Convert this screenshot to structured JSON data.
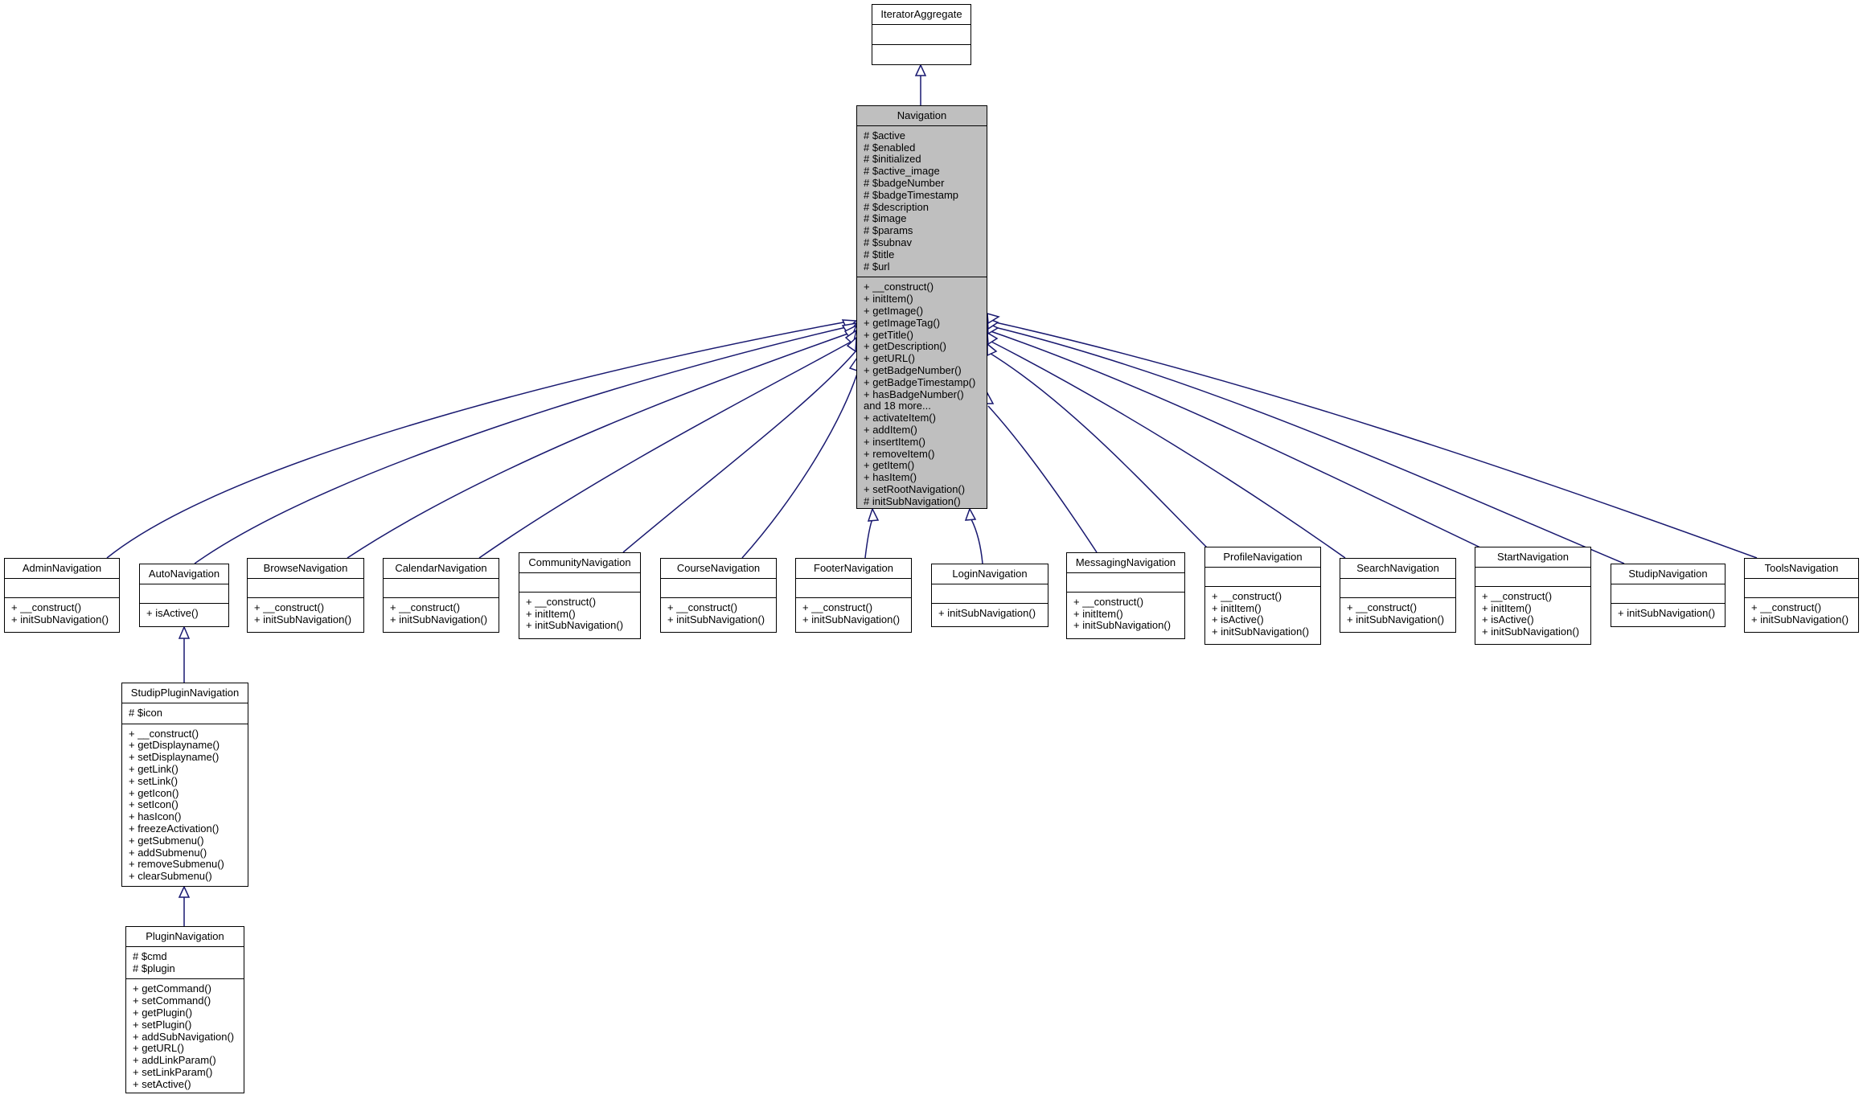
{
  "classes": {
    "iterator_aggregate": {
      "name": "IteratorAggregate",
      "attributes": [],
      "methods": []
    },
    "navigation": {
      "name": "Navigation",
      "attributes": [
        "# $active",
        "# $enabled",
        "# $initialized",
        "# $active_image",
        "# $badgeNumber",
        "# $badgeTimestamp",
        "# $description",
        "# $image",
        "# $params",
        "# $subnav",
        "# $title",
        "# $url"
      ],
      "methods": [
        "+ __construct()",
        "+ initItem()",
        "+ getImage()",
        "+ getImageTag()",
        "+ getTitle()",
        "+ getDescription()",
        "+ getURL()",
        "+ getBadgeNumber()",
        "+ getBadgeTimestamp()",
        "+ hasBadgeNumber()",
        "and 18 more...",
        "+ activateItem()",
        "+ addItem()",
        "+ insertItem()",
        "+ removeItem()",
        "+ getItem()",
        "+ hasItem()",
        "+ setRootNavigation()",
        "# initSubNavigation()"
      ]
    },
    "admin_navigation": {
      "name": "AdminNavigation",
      "attributes": [],
      "methods": [
        "+ __construct()",
        "+ initSubNavigation()"
      ]
    },
    "auto_navigation": {
      "name": "AutoNavigation",
      "attributes": [],
      "methods": [
        "+ isActive()"
      ]
    },
    "browse_navigation": {
      "name": "BrowseNavigation",
      "attributes": [],
      "methods": [
        "+ __construct()",
        "+ initSubNavigation()"
      ]
    },
    "calendar_navigation": {
      "name": "CalendarNavigation",
      "attributes": [],
      "methods": [
        "+ __construct()",
        "+ initSubNavigation()"
      ]
    },
    "community_navigation": {
      "name": "CommunityNavigation",
      "attributes": [],
      "methods": [
        "+ __construct()",
        "+ initItem()",
        "+ initSubNavigation()"
      ]
    },
    "course_navigation": {
      "name": "CourseNavigation",
      "attributes": [],
      "methods": [
        "+ __construct()",
        "+ initSubNavigation()"
      ]
    },
    "footer_navigation": {
      "name": "FooterNavigation",
      "attributes": [],
      "methods": [
        "+ __construct()",
        "+ initSubNavigation()"
      ]
    },
    "login_navigation": {
      "name": "LoginNavigation",
      "attributes": [],
      "methods": [
        "+ initSubNavigation()"
      ]
    },
    "messaging_navigation": {
      "name": "MessagingNavigation",
      "attributes": [],
      "methods": [
        "+ __construct()",
        "+ initItem()",
        "+ initSubNavigation()"
      ]
    },
    "profile_navigation": {
      "name": "ProfileNavigation",
      "attributes": [],
      "methods": [
        "+ __construct()",
        "+ initItem()",
        "+ isActive()",
        "+ initSubNavigation()"
      ]
    },
    "search_navigation": {
      "name": "SearchNavigation",
      "attributes": [],
      "methods": [
        "+ __construct()",
        "+ initSubNavigation()"
      ]
    },
    "start_navigation": {
      "name": "StartNavigation",
      "attributes": [],
      "methods": [
        "+ __construct()",
        "+ initItem()",
        "+ isActive()",
        "+ initSubNavigation()"
      ]
    },
    "studip_navigation": {
      "name": "StudipNavigation",
      "attributes": [],
      "methods": [
        "+ initSubNavigation()"
      ]
    },
    "tools_navigation": {
      "name": "ToolsNavigation",
      "attributes": [],
      "methods": [
        "+ __construct()",
        "+ initSubNavigation()"
      ]
    },
    "studip_plugin_navigation": {
      "name": "StudipPluginNavigation",
      "attributes": [
        "# $icon"
      ],
      "methods": [
        "+ __construct()",
        "+ getDisplayname()",
        "+ setDisplayname()",
        "+ getLink()",
        "+ setLink()",
        "+ getIcon()",
        "+ setIcon()",
        "+ hasIcon()",
        "+ freezeActivation()",
        "+ getSubmenu()",
        "+ addSubmenu()",
        "+ removeSubmenu()",
        "+ clearSubmenu()"
      ]
    },
    "plugin_navigation": {
      "name": "PluginNavigation",
      "attributes": [
        "# $cmd",
        "# $plugin"
      ],
      "methods": [
        "+ getCommand()",
        "+ setCommand()",
        "+ getPlugin()",
        "+ setPlugin()",
        "+ addSubNavigation()",
        "+ getURL()",
        "+ addLinkParam()",
        "+ setLinkParam()",
        "+ setActive()"
      ]
    }
  },
  "colors": {
    "edge": "#191970",
    "border": "#000000",
    "highlight_fill": "#bfbfbf"
  }
}
